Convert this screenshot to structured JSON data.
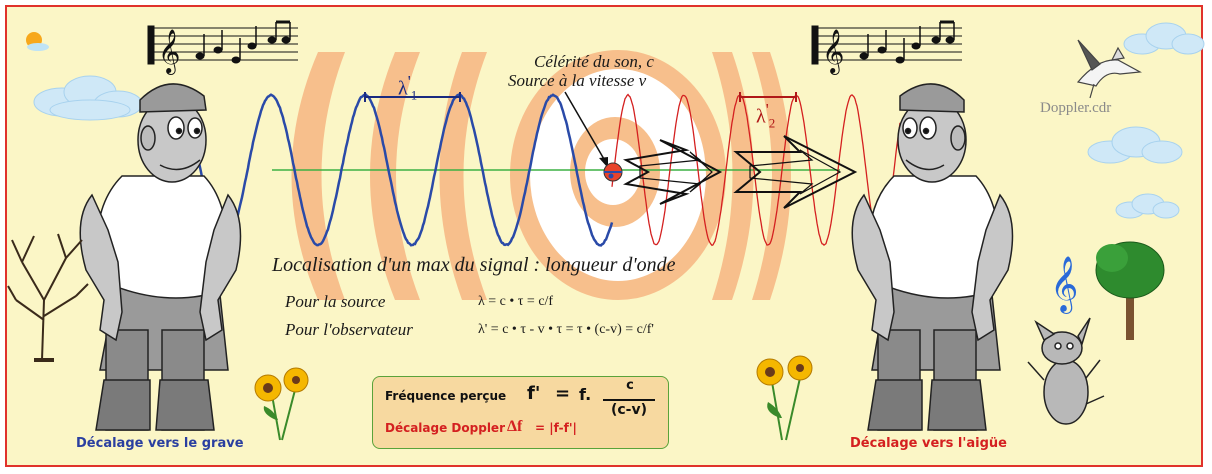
{
  "labels": {
    "celerity": "Célérité du son, c",
    "source_speed": "Source à la vitesse v",
    "lambda1_main": "λ",
    "lambda1_prime": "'",
    "lambda1_sub": "1",
    "lambda2_main": "λ",
    "lambda2_prime": "'",
    "lambda2_sub": "2",
    "watermark": "Doppler.cdr",
    "localisation": "Localisation d'un max du signal : longueur d'onde",
    "for_source": "Pour la source",
    "for_source_formula": "λ = c • τ  = c/f",
    "for_observer": "Pour l'observateur",
    "for_observer_formula": "λ' = c • τ - v • τ  = τ • (c-v) = c/f'",
    "left_caption": "Décalage vers le grave",
    "right_caption": "Décalage vers l'aigüe"
  },
  "formula_box": {
    "perceived_label": "Fréquence perçue",
    "f_prime": "f'",
    "equals": "=",
    "f_dot": "f.",
    "numerator": "c",
    "denominator": "(c-v)",
    "shift_label": "Décalage Doppler",
    "delta_f": "Δf",
    "shift_value": "= |f-f'|"
  },
  "colors": {
    "background": "#fbf6c6",
    "border": "#e0322b",
    "wave_left": "#2a4aa8",
    "wave_right": "#d42020",
    "wavefront": "#f7bf8c",
    "axis": "#3cb043",
    "caption_left": "#2a3fa0",
    "caption_right": "#d42020"
  },
  "icons": [
    "music-staff-icon",
    "sun-icon",
    "cloud-icon",
    "pelican-icon",
    "man-figure-icon",
    "tree-icon",
    "flower-icon",
    "treble-clef-icon",
    "dog-icon",
    "source-icon",
    "arrow-icon"
  ]
}
